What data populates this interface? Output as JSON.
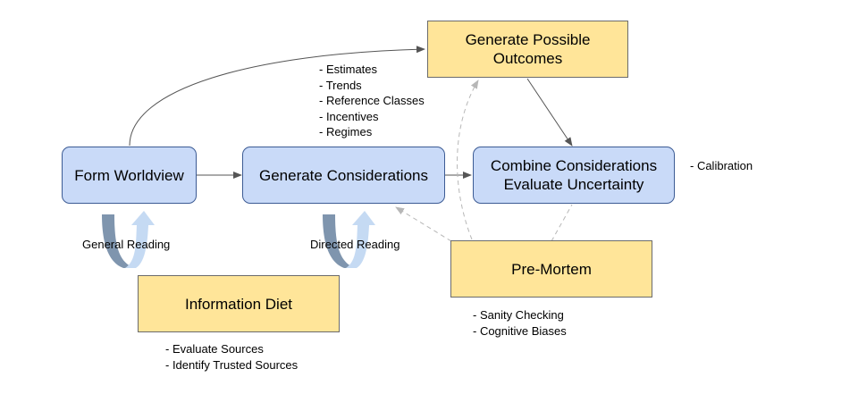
{
  "nodes": {
    "form_worldview": "Form Worldview",
    "generate_considerations": "Generate Considerations",
    "generate_outcomes": [
      "Generate Possible",
      "Outcomes"
    ],
    "combine": [
      "Combine Considerations",
      "Evaluate Uncertainty"
    ],
    "pre_mortem": "Pre-Mortem",
    "information_diet": "Information Diet"
  },
  "notes": {
    "considerations": [
      "- Estimates",
      "- Trends",
      "- Reference Classes",
      "- Incentives",
      "- Regimes"
    ],
    "calibration": [
      "- Calibration"
    ],
    "pre_mortem": [
      "- Sanity Checking",
      "- Cognitive Biases"
    ],
    "information_diet": [
      "- Evaluate Sources",
      "- Identify Trusted Sources"
    ]
  },
  "labels": {
    "general_reading": "General Reading",
    "directed_reading": "Directed Reading"
  },
  "colors": {
    "process_box": "#c9daf8",
    "activity_box": "#ffe599",
    "arrow_dark": "#7f95ae",
    "arrow_light": "#c5daf3",
    "connector": "#555555",
    "dashed": "#b7b7b7"
  }
}
